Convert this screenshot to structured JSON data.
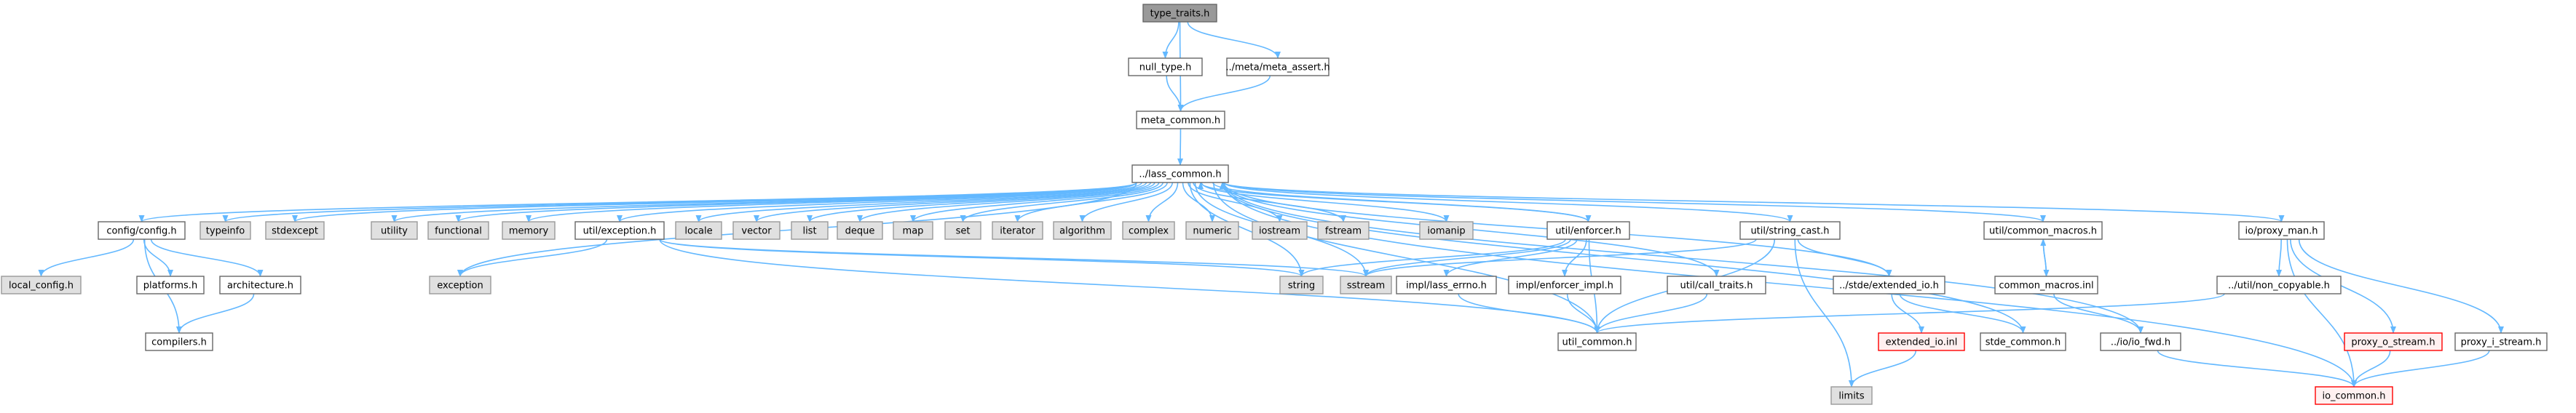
{
  "colors": {
    "edge": "#63b8ff",
    "node_fill": "#ffffff",
    "node_border": "#666666",
    "root_fill": "#999999",
    "root_border": "#666666",
    "system_fill": "#e0e0e0",
    "system_border": "#999999",
    "missing_border": "#ff0000",
    "missing_fill": "#fff0f0"
  },
  "nodes": [
    {
      "id": "type_traits",
      "label": "type_traits.h",
      "kind": "root"
    },
    {
      "id": "null_type",
      "label": "null_type.h",
      "kind": "normal"
    },
    {
      "id": "meta_assert",
      "label": "../meta/meta_assert.h",
      "kind": "normal"
    },
    {
      "id": "meta_common",
      "label": "meta_common.h",
      "kind": "normal"
    },
    {
      "id": "lass_common",
      "label": "../lass_common.h",
      "kind": "normal"
    },
    {
      "id": "config",
      "label": "config/config.h",
      "kind": "normal"
    },
    {
      "id": "typeinfo",
      "label": "typeinfo",
      "kind": "system"
    },
    {
      "id": "stdexcept",
      "label": "stdexcept",
      "kind": "system"
    },
    {
      "id": "utility",
      "label": "utility",
      "kind": "system"
    },
    {
      "id": "functional",
      "label": "functional",
      "kind": "system"
    },
    {
      "id": "memory",
      "label": "memory",
      "kind": "system"
    },
    {
      "id": "util_exception",
      "label": "util/exception.h",
      "kind": "normal"
    },
    {
      "id": "locale",
      "label": "locale",
      "kind": "system"
    },
    {
      "id": "vector",
      "label": "vector",
      "kind": "system"
    },
    {
      "id": "list",
      "label": "list",
      "kind": "system"
    },
    {
      "id": "deque",
      "label": "deque",
      "kind": "system"
    },
    {
      "id": "map",
      "label": "map",
      "kind": "system"
    },
    {
      "id": "set",
      "label": "set",
      "kind": "system"
    },
    {
      "id": "iterator",
      "label": "iterator",
      "kind": "system"
    },
    {
      "id": "algorithm",
      "label": "algorithm",
      "kind": "system"
    },
    {
      "id": "complex",
      "label": "complex",
      "kind": "system"
    },
    {
      "id": "numeric",
      "label": "numeric",
      "kind": "system"
    },
    {
      "id": "iostream",
      "label": "iostream",
      "kind": "system"
    },
    {
      "id": "fstream",
      "label": "fstream",
      "kind": "system"
    },
    {
      "id": "iomanip",
      "label": "iomanip",
      "kind": "system"
    },
    {
      "id": "util_enforcer",
      "label": "util/enforcer.h",
      "kind": "normal"
    },
    {
      "id": "util_string_cast",
      "label": "util/string_cast.h",
      "kind": "normal"
    },
    {
      "id": "util_common_macros",
      "label": "util/common_macros.h",
      "kind": "normal"
    },
    {
      "id": "io_proxy_man",
      "label": "io/proxy_man.h",
      "kind": "normal"
    },
    {
      "id": "local_config",
      "label": "local_config.h",
      "kind": "system"
    },
    {
      "id": "platforms",
      "label": "platforms.h",
      "kind": "normal"
    },
    {
      "id": "architecture",
      "label": "architecture.h",
      "kind": "normal"
    },
    {
      "id": "compilers",
      "label": "compilers.h",
      "kind": "normal"
    },
    {
      "id": "exception",
      "label": "exception",
      "kind": "system"
    },
    {
      "id": "string",
      "label": "string",
      "kind": "system"
    },
    {
      "id": "sstream",
      "label": "sstream",
      "kind": "system"
    },
    {
      "id": "impl_lass_errno",
      "label": "impl/lass_errno.h",
      "kind": "normal"
    },
    {
      "id": "impl_enforcer_impl",
      "label": "impl/enforcer_impl.h",
      "kind": "normal"
    },
    {
      "id": "util_call_traits",
      "label": "util/call_traits.h",
      "kind": "normal"
    },
    {
      "id": "stde_extended_io",
      "label": "../stde/extended_io.h",
      "kind": "normal"
    },
    {
      "id": "common_macros_inl",
      "label": "common_macros.inl",
      "kind": "normal"
    },
    {
      "id": "util_non_copyable",
      "label": "../util/non_copyable.h",
      "kind": "normal"
    },
    {
      "id": "proxy_o_stream",
      "label": "proxy_o_stream.h",
      "kind": "missing"
    },
    {
      "id": "proxy_i_stream",
      "label": "proxy_i_stream.h",
      "kind": "normal"
    },
    {
      "id": "util_common",
      "label": "util_common.h",
      "kind": "normal"
    },
    {
      "id": "extended_io_inl",
      "label": "extended_io.inl",
      "kind": "missing"
    },
    {
      "id": "stde_common",
      "label": "stde_common.h",
      "kind": "normal"
    },
    {
      "id": "io_fwd",
      "label": "../io/io_fwd.h",
      "kind": "normal"
    },
    {
      "id": "limits",
      "label": "limits",
      "kind": "system"
    },
    {
      "id": "io_common",
      "label": "io_common.h",
      "kind": "missing"
    }
  ],
  "edges": [
    [
      "type_traits",
      "null_type"
    ],
    [
      "type_traits",
      "meta_assert"
    ],
    [
      "type_traits",
      "meta_common"
    ],
    [
      "null_type",
      "meta_common"
    ],
    [
      "meta_assert",
      "meta_common"
    ],
    [
      "meta_common",
      "lass_common"
    ],
    [
      "lass_common",
      "config"
    ],
    [
      "lass_common",
      "typeinfo"
    ],
    [
      "lass_common",
      "stdexcept"
    ],
    [
      "lass_common",
      "utility"
    ],
    [
      "lass_common",
      "functional"
    ],
    [
      "lass_common",
      "memory"
    ],
    [
      "lass_common",
      "util_exception"
    ],
    [
      "lass_common",
      "locale"
    ],
    [
      "lass_common",
      "vector"
    ],
    [
      "lass_common",
      "list"
    ],
    [
      "lass_common",
      "deque"
    ],
    [
      "lass_common",
      "map"
    ],
    [
      "lass_common",
      "set"
    ],
    [
      "lass_common",
      "iterator"
    ],
    [
      "lass_common",
      "algorithm"
    ],
    [
      "lass_common",
      "complex"
    ],
    [
      "lass_common",
      "numeric"
    ],
    [
      "lass_common",
      "iostream"
    ],
    [
      "lass_common",
      "fstream"
    ],
    [
      "lass_common",
      "iomanip"
    ],
    [
      "lass_common",
      "util_enforcer"
    ],
    [
      "lass_common",
      "util_string_cast"
    ],
    [
      "lass_common",
      "util_common_macros"
    ],
    [
      "lass_common",
      "io_proxy_man"
    ],
    [
      "lass_common",
      "exception"
    ],
    [
      "lass_common",
      "string"
    ],
    [
      "lass_common",
      "sstream"
    ],
    [
      "lass_common",
      "util_common"
    ],
    [
      "lass_common",
      "util_call_traits"
    ],
    [
      "lass_common",
      "stde_extended_io"
    ],
    [
      "lass_common",
      "io_fwd"
    ],
    [
      "lass_common",
      "io_common"
    ],
    [
      "config",
      "local_config"
    ],
    [
      "config",
      "platforms"
    ],
    [
      "config",
      "architecture"
    ],
    [
      "config",
      "compilers"
    ],
    [
      "architecture",
      "compilers"
    ],
    [
      "util_exception",
      "exception"
    ],
    [
      "util_exception",
      "string"
    ],
    [
      "util_exception",
      "sstream"
    ],
    [
      "util_exception",
      "util_common"
    ],
    [
      "util_enforcer",
      "string"
    ],
    [
      "util_enforcer",
      "sstream"
    ],
    [
      "util_enforcer",
      "impl_lass_errno"
    ],
    [
      "util_enforcer",
      "impl_enforcer_impl"
    ],
    [
      "util_enforcer",
      "util_common"
    ],
    [
      "util_enforcer",
      "lass_common"
    ],
    [
      "impl_lass_errno",
      "util_common"
    ],
    [
      "impl_enforcer_impl",
      "util_common"
    ],
    [
      "util_call_traits",
      "util_common"
    ],
    [
      "util_string_cast",
      "sstream"
    ],
    [
      "util_string_cast",
      "stde_extended_io"
    ],
    [
      "util_string_cast",
      "util_common"
    ],
    [
      "util_string_cast",
      "limits"
    ],
    [
      "stde_extended_io",
      "extended_io_inl"
    ],
    [
      "stde_extended_io",
      "stde_common"
    ],
    [
      "stde_common",
      "lass_common"
    ],
    [
      "extended_io_inl",
      "limits"
    ],
    [
      "util_common_macros",
      "common_macros_inl"
    ],
    [
      "common_macros_inl",
      "util_common_macros"
    ],
    [
      "common_macros_inl",
      "io_fwd"
    ],
    [
      "io_proxy_man",
      "util_non_copyable"
    ],
    [
      "io_proxy_man",
      "proxy_o_stream"
    ],
    [
      "io_proxy_man",
      "proxy_i_stream"
    ],
    [
      "io_proxy_man",
      "io_common"
    ],
    [
      "util_non_copyable",
      "util_common"
    ],
    [
      "proxy_o_stream",
      "io_common"
    ],
    [
      "proxy_i_stream",
      "io_common"
    ],
    [
      "io_fwd",
      "io_common"
    ]
  ]
}
